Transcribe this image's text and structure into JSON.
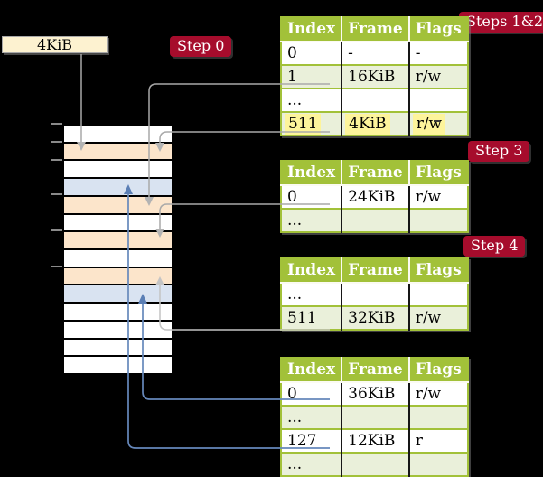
{
  "colors": {
    "background": "#000000",
    "table_header_green": "#a2c139",
    "table_row_green": "#eaf0da",
    "frame_peach": "#fce5cb",
    "frame_blue": "#d9e3f1",
    "source_box_wheat": "#fdf2d0",
    "step_label_red": "#a60c2c",
    "highlight_yellow": "#fdf49b",
    "arrow_gray": "#a9a9a9",
    "arrow_blue": "#6688bb"
  },
  "labels": {
    "frame_size_box": "4KiB",
    "step0": "Step 0",
    "steps12": "Steps 1&2",
    "step3": "Step 3",
    "step4": "Step 4"
  },
  "tables": [
    {
      "name": "level-4-page-table",
      "columns": [
        "Index",
        "Frame",
        "Flags"
      ],
      "rows": [
        [
          "0",
          "-",
          "-"
        ],
        [
          "1",
          "16KiB",
          "r/w"
        ],
        [
          "...",
          "",
          ""
        ],
        [
          "511",
          "4KiB",
          "r/w"
        ]
      ],
      "highlight_row": 3
    },
    {
      "name": "level-3-page-table",
      "columns": [
        "Index",
        "Frame",
        "Flags"
      ],
      "rows": [
        [
          "0",
          "24KiB",
          "r/w"
        ],
        [
          "...",
          "",
          ""
        ]
      ],
      "highlight_row": -1
    },
    {
      "name": "level-2-page-table",
      "columns": [
        "Index",
        "Frame",
        "Flags"
      ],
      "rows": [
        [
          "...",
          "",
          ""
        ],
        [
          "511",
          "32KiB",
          "r/w"
        ]
      ],
      "highlight_row": -1
    },
    {
      "name": "level-1-page-table",
      "columns": [
        "Index",
        "Frame",
        "Flags"
      ],
      "rows": [
        [
          "0",
          "36KiB",
          "r/w"
        ],
        [
          "...",
          "",
          ""
        ],
        [
          "127",
          "12KiB",
          "r"
        ],
        [
          "...",
          "",
          ""
        ]
      ],
      "highlight_row": -1
    }
  ],
  "memory": {
    "row_colors": [
      "white",
      "peach",
      "white",
      "blue",
      "peach",
      "white",
      "peach",
      "white",
      "peach",
      "blue",
      "white",
      "white",
      "white",
      "white"
    ],
    "tick_ys": [
      137,
      157,
      177,
      215,
      255,
      295
    ]
  },
  "arrows": [
    {
      "from": "4KiB-box",
      "to": "frame-4KiB",
      "color": "gray"
    },
    {
      "from": "level-4-entry-1-16KiB",
      "to": "frame-16KiB",
      "color": "gray"
    },
    {
      "from": "level-4-entry-511-4KiB",
      "to": "frame-4KiB",
      "color": "gray"
    },
    {
      "from": "level-3-entry-0-24KiB",
      "to": "frame-24KiB",
      "color": "gray"
    },
    {
      "from": "level-2-entry-511-32KiB",
      "to": "frame-32KiB",
      "color": "gray"
    },
    {
      "from": "level-1-entry-0-36KiB",
      "to": "frame-36KiB",
      "color": "blue"
    },
    {
      "from": "level-1-entry-127-12KiB",
      "to": "frame-12KiB",
      "color": "blue"
    }
  ]
}
